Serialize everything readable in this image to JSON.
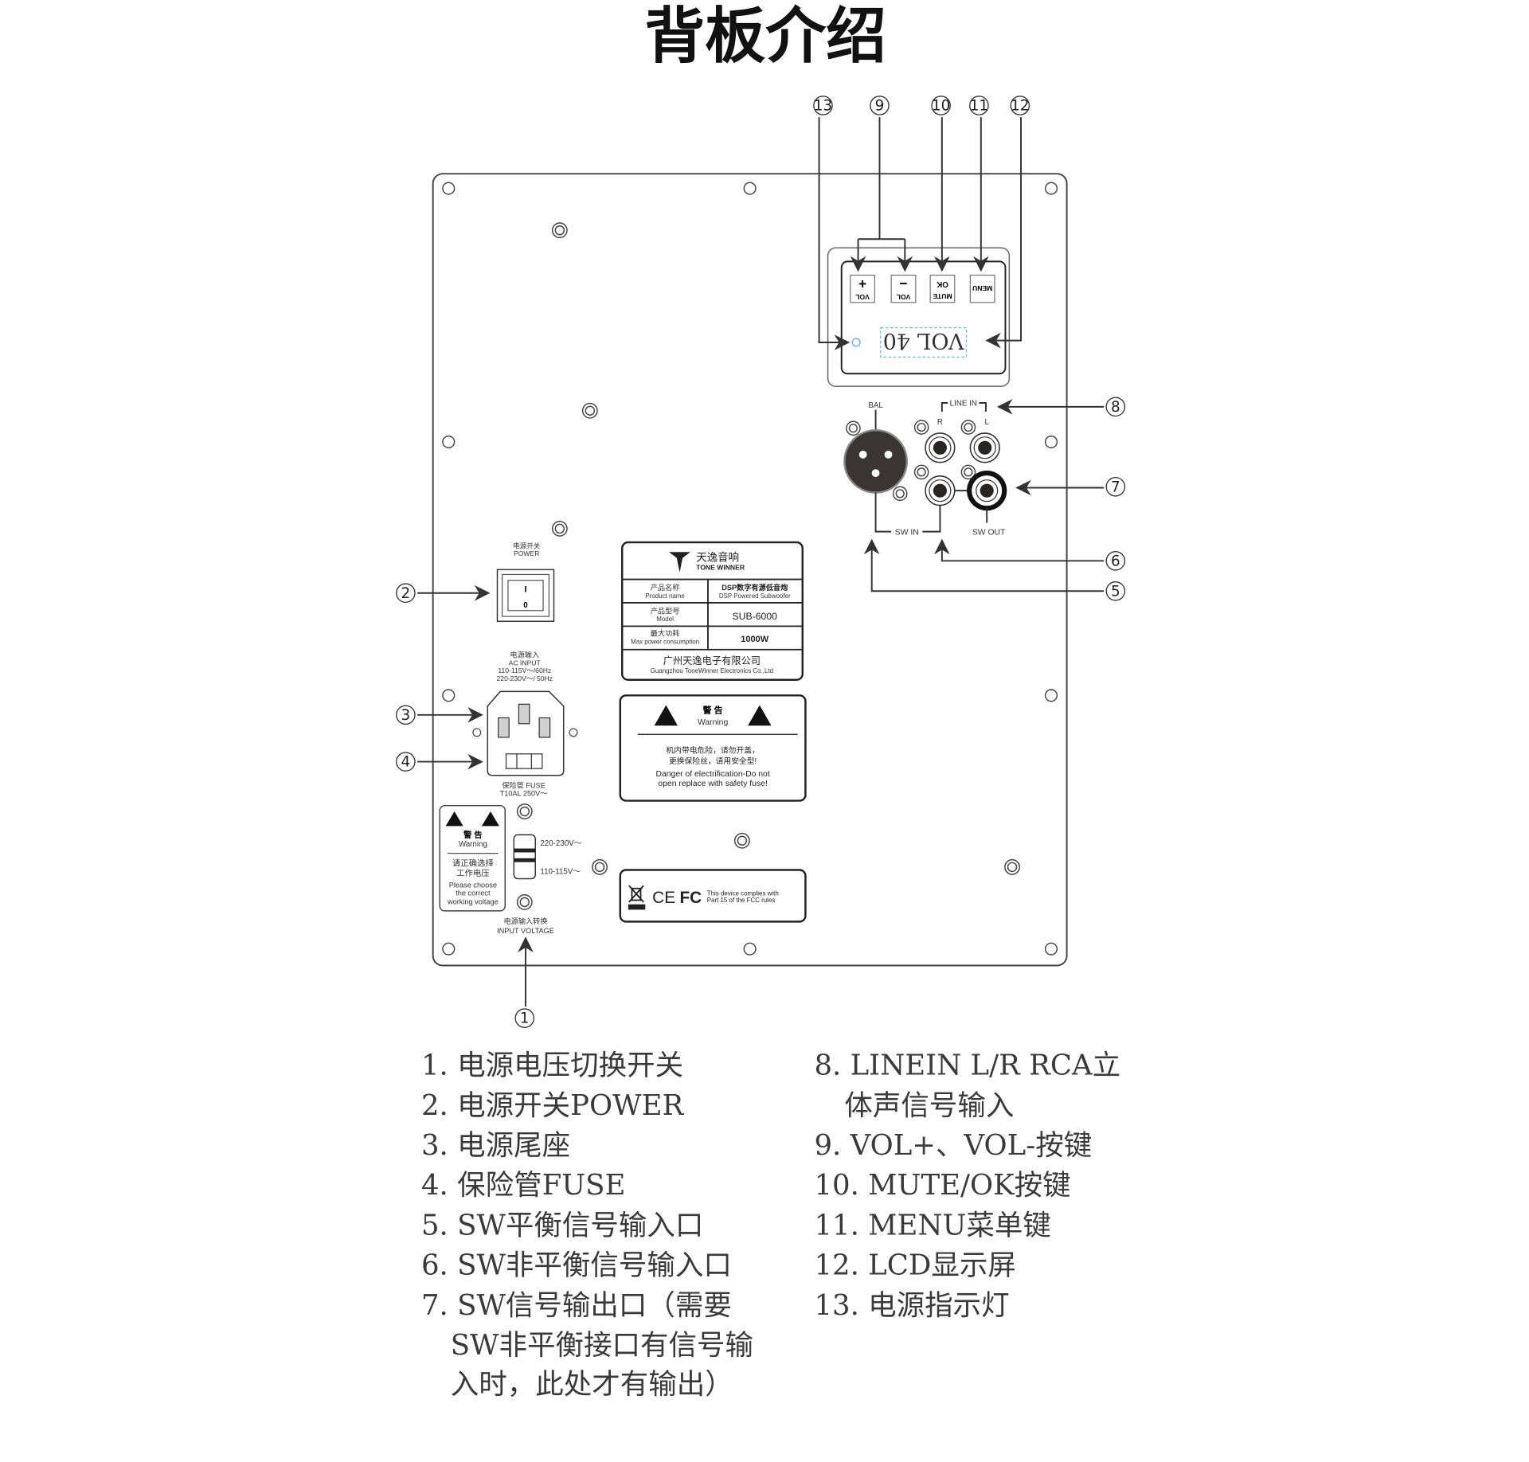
{
  "title": "背板介绍",
  "colors": {
    "line": "#333333",
    "lcd": "#5bc0eb",
    "text": "#3a3a3a"
  },
  "callouts": [
    "1",
    "2",
    "3",
    "4",
    "5",
    "6",
    "7",
    "8",
    "9",
    "10",
    "11",
    "12",
    "13"
  ],
  "control_panel": {
    "buttons": [
      {
        "symbol": "+",
        "label": "VOL"
      },
      {
        "symbol": "−",
        "label": "VOL"
      },
      {
        "symbol": "OK",
        "label": "MUTE"
      },
      {
        "symbol": "",
        "label": "MENU"
      }
    ],
    "lcd_text": "VOL 40"
  },
  "connectors": {
    "bal": "BAL",
    "line_in": "LINE IN",
    "r": "R",
    "l": "L",
    "sw_in": "SW IN",
    "sw_out": "SW OUT"
  },
  "power": {
    "label_cn": "电源开关",
    "label_en": "POWER",
    "on": "I",
    "off": "0"
  },
  "ac_input": {
    "cn": "电源输入",
    "en": "AC INPUT",
    "line1": "110-115V～/60Hz",
    "line2": "220-230V～/ 50Hz"
  },
  "fuse": {
    "cn": "保险管 FUSE",
    "rating": "T10AL 250V～"
  },
  "voltage_warning": {
    "cn": "警 告",
    "en": "Warning",
    "cn2a": "请正确选择",
    "cn2b": "工作电压",
    "en2a": "Please choose",
    "en2b": "the correct",
    "en2c": "working voltage"
  },
  "voltage_switch": {
    "high": "220-230V～",
    "low": "110-115V～",
    "cn": "电源输入转换",
    "en": "INPUT  VOLTAGE"
  },
  "nameplate": {
    "brand_cn": "天逸音响",
    "brand_en": "TONE WINNER",
    "rows": [
      {
        "k_cn": "产品名称",
        "k_en": "Product name",
        "v1": "DSP数字有源低音炮",
        "v2": "DSP Powered Subwoofer"
      },
      {
        "k_cn": "产品型号",
        "k_en": "Model",
        "v1": "SUB-6000",
        "v2": ""
      },
      {
        "k_cn": "最大功耗",
        "k_en": "Max power consumption",
        "v1": "1000W",
        "v2": ""
      }
    ],
    "company_cn": "广州天逸电子有限公司",
    "company_en": "Guangzhou ToneWinner Electronics Co.,Ltd"
  },
  "warning_plate": {
    "cn": "警 告",
    "en": "Warning",
    "l1": "机内带电危险，请勿开盖，",
    "l2": "更换保险丝，请用安全型!",
    "l3": "Danger of electrification-Do not",
    "l4": "open replace with safety fuse!"
  },
  "fcc_plate": {
    "ce": "CE",
    "fc": "FC",
    "l1": "This device complies with",
    "l2": "Part 15 of the FCC rules"
  },
  "legend_left": [
    "1. 电源电压切换开关",
    "2. 电源开关POWER",
    "3. 电源尾座",
    "4. 保险管FUSE",
    "5. SW平衡信号输入口",
    "6. SW非平衡信号输入口",
    "7. SW信号输出口（需要",
    "SW非平衡接口有信号输",
    "入时，此处才有输出）"
  ],
  "legend_right": [
    "8. LINEIN L/R RCA立",
    "体声信号输入",
    "9. VOL+、VOL-按键",
    "10. MUTE/OK按键",
    "11. MENU菜单键",
    "12. LCD显示屏",
    "13. 电源指示灯"
  ]
}
